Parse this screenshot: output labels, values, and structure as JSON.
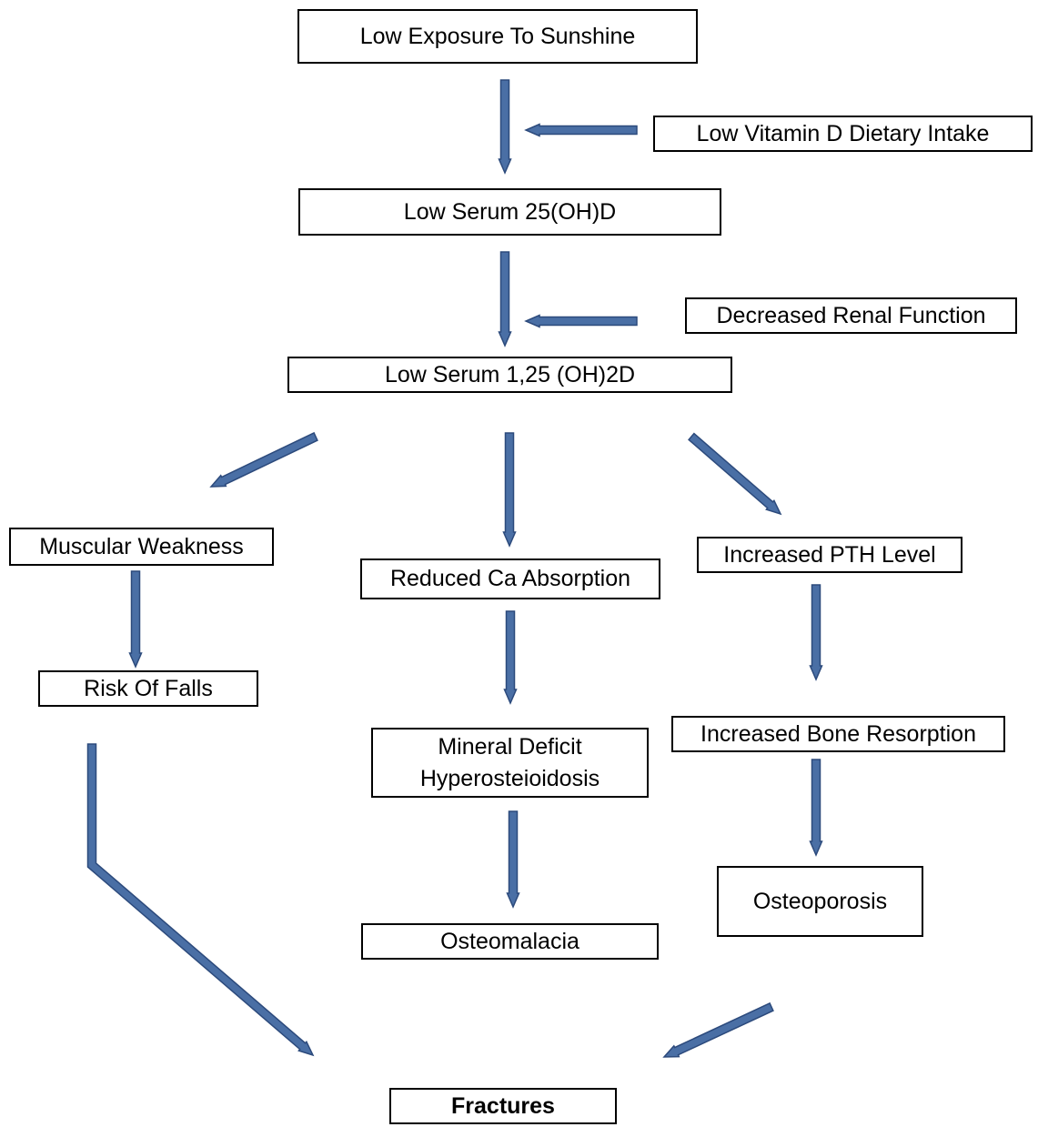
{
  "nodes": {
    "low_sunshine": "Low Exposure To Sunshine",
    "low_vit_d_intake": "Low Vitamin D Dietary Intake",
    "low_25ohd": "Low Serum 25(OH)D",
    "decreased_renal": "Decreased Renal Function",
    "low_125ohd": "Low Serum 1,25 (OH)2D",
    "muscular_weakness": "Muscular Weakness",
    "risk_of_falls": "Risk Of Falls",
    "reduced_ca": "Reduced Ca Absorption",
    "mineral_deficit_line1": "Mineral Deficit",
    "mineral_deficit_line2": "Hyperosteioidosis",
    "osteomalacia": "Osteomalacia",
    "increased_pth": "Increased PTH Level",
    "increased_resorption": "Increased Bone Resorption",
    "osteoporosis": "Osteoporosis",
    "fractures": "Fractures"
  },
  "style": {
    "arrow_fill": "#4a6fa5",
    "arrow_stroke": "#2c4a7c",
    "box_border": "#000000"
  }
}
